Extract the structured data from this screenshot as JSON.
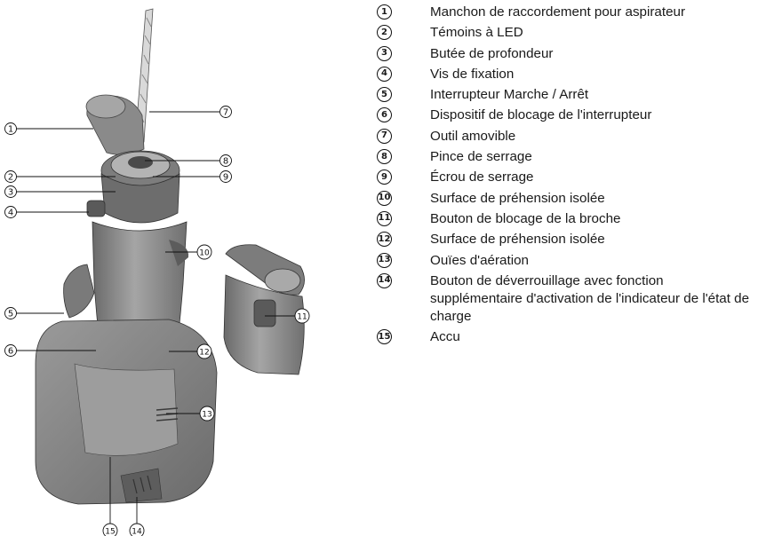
{
  "legend": [
    {
      "num": "1",
      "text": "Manchon de raccordement pour aspirateur"
    },
    {
      "num": "2",
      "text": "Témoins à LED"
    },
    {
      "num": "3",
      "text": "Butée de profondeur"
    },
    {
      "num": "4",
      "text": "Vis de fixation"
    },
    {
      "num": "5",
      "text": "Interrupteur Marche / Arrêt"
    },
    {
      "num": "6",
      "text": "Dispositif de blocage de l'interrupteur"
    },
    {
      "num": "7",
      "text": "Outil amovible"
    },
    {
      "num": "8",
      "text": "Pince de serrage"
    },
    {
      "num": "9",
      "text": "Écrou de serrage"
    },
    {
      "num": "10",
      "text": "Surface de préhension isolée"
    },
    {
      "num": "11",
      "text": "Bouton de blocage de la broche"
    },
    {
      "num": "12",
      "text": "Surface de préhension isolée"
    },
    {
      "num": "13",
      "text": "Ouïes d'aération"
    },
    {
      "num": "14",
      "text": "Bouton de déverrouillage avec fonction supplémentaire d'activation de l'indicateur de l'état de charge"
    },
    {
      "num": "15",
      "text": "Accu"
    }
  ],
  "colors": {
    "tool_body": "#8d8d8d",
    "tool_dark": "#5e5e5e",
    "tool_light": "#b9b9b9",
    "ink": "#111111"
  }
}
